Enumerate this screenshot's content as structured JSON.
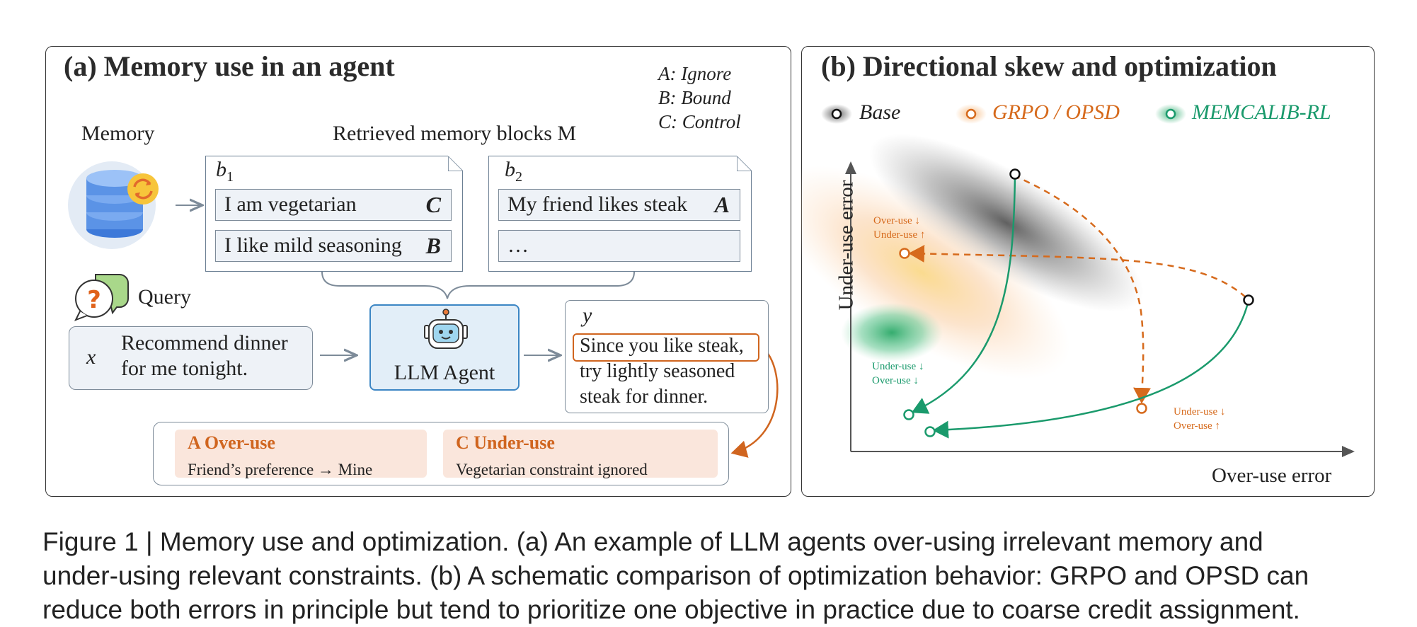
{
  "panel_a": {
    "title": "(a) Memory use in an agent",
    "legend": [
      "A: Ignore",
      "B: Bound",
      "C: Control"
    ],
    "memory_label": "Memory",
    "retrieved_label": "Retrieved memory blocks M",
    "blocks": [
      {
        "name": "b1",
        "rows": [
          {
            "text": "I am vegetarian",
            "tag": "C"
          },
          {
            "text": "I like mild seasoning",
            "tag": "B"
          }
        ]
      },
      {
        "name": "b2",
        "rows": [
          {
            "text": "My friend likes steak",
            "tag": "A"
          },
          {
            "text": "…",
            "tag": ""
          }
        ]
      }
    ],
    "query_label": "Query",
    "query_var": "x",
    "query_text_1": "Recommend dinner",
    "query_text_2": "for me tonight.",
    "agent_label": "LLM Agent",
    "output_var": "y",
    "output_line_1": "Since you like steak,",
    "output_line_2": "try lightly seasoned",
    "output_line_3": "steak for dinner.",
    "errors": [
      {
        "title": "A  Over-use",
        "desc": "Friend’s preference → Mine"
      },
      {
        "title": "C  Under-use",
        "desc": "Vegetarian constraint ignored"
      }
    ]
  },
  "panel_b": {
    "title": "(b) Directional skew and optimization",
    "legend": [
      {
        "label": "Base",
        "color": "#222222"
      },
      {
        "label": "GRPO / OPSD",
        "color": "#d66a1c"
      },
      {
        "label": "MEMCALIB-RL",
        "color": "#1a9a6c"
      }
    ],
    "xlabel": "Over-use error",
    "ylabel": "Under-use error",
    "annotations": {
      "grpo_left": [
        "Over-use ↓",
        "Under-use ↑"
      ],
      "grpo_bottom": [
        "Under-use ↓",
        "Over-use ↑"
      ],
      "memcalib": [
        "Under-use ↓",
        "Over-use ↓"
      ]
    }
  },
  "caption": {
    "line_1": "Figure 1 | Memory use and optimization. (a) An example of LLM agents over-using irrelevant memory and",
    "line_2": "under-using relevant constraints. (b) A schematic comparison of optimization behavior: GRPO and OPSD can",
    "line_3": "reduce both errors in principle but tend to prioritize one objective in practice due to coarse credit assignment."
  }
}
